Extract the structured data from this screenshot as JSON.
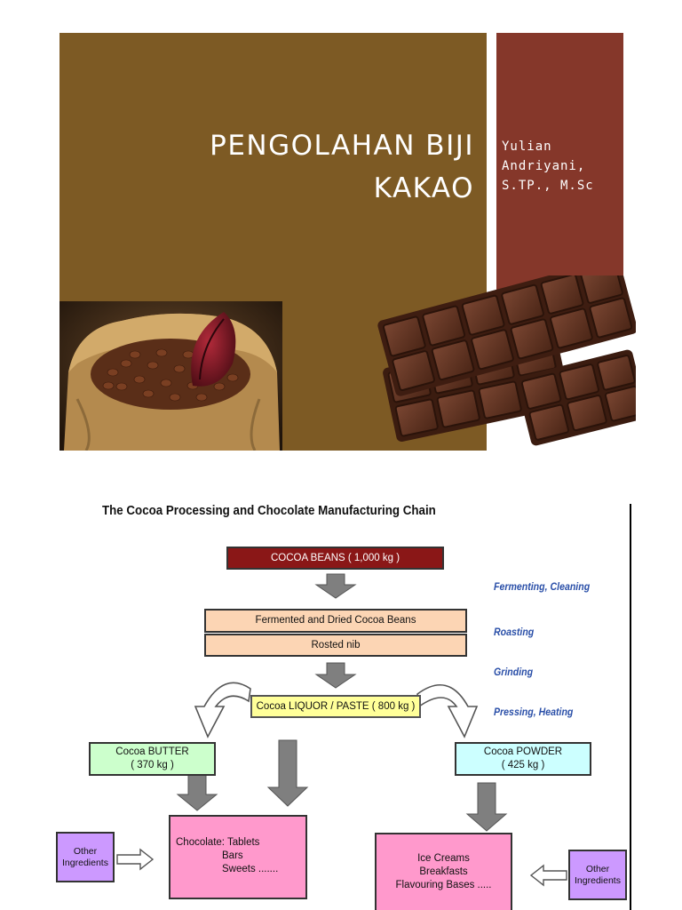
{
  "slide1": {
    "title_lines": [
      "PENGOLAHAN BIJI",
      "KAKAO"
    ],
    "author_lines": [
      "Yulian",
      "Andriyani,",
      "S.TP., M.Sc"
    ],
    "colors": {
      "main_panel": "#7d5a24",
      "side_panel": "#85372a"
    }
  },
  "diagram": {
    "title": "The Cocoa Processing and Chocolate Manufacturing Chain",
    "boxes": {
      "beans": "COCOA BEANS ( 1,000 kg )",
      "fermented": "Fermented and Dried Cocoa Beans",
      "nib": "Rosted nib",
      "liquor": "Cocoa LIQUOR / PASTE ( 800 kg )",
      "butter_line1": "Cocoa BUTTER",
      "butter_line2": "( 370 kg )",
      "powder_line1": "Cocoa POWDER",
      "powder_line2": "( 425 kg )",
      "chocolate_line1": "Chocolate:  Tablets",
      "chocolate_line2": "Bars",
      "chocolate_line3": "Sweets .......",
      "icecream_line1": "Ice Creams",
      "icecream_line2": "Breakfasts",
      "icecream_line3": "Flavouring Bases .....",
      "other_left_line1": "Other",
      "other_left_line2": "Ingredients",
      "other_right_line1": "Other",
      "other_right_line2": "Ingredients"
    },
    "steps": {
      "s1": "Fermenting, Cleaning",
      "s2": "Roasting",
      "s3": "Grinding",
      "s4": "Pressing, Heating"
    },
    "colors": {
      "beans": "#8a1717",
      "orange": "#fcd5b4",
      "yellow": "#ffff99",
      "green": "#ccffcc",
      "cyan": "#ccffff",
      "pink": "#ff99cc",
      "purple": "#cc99ff",
      "step_text": "#2a4fa8"
    }
  }
}
